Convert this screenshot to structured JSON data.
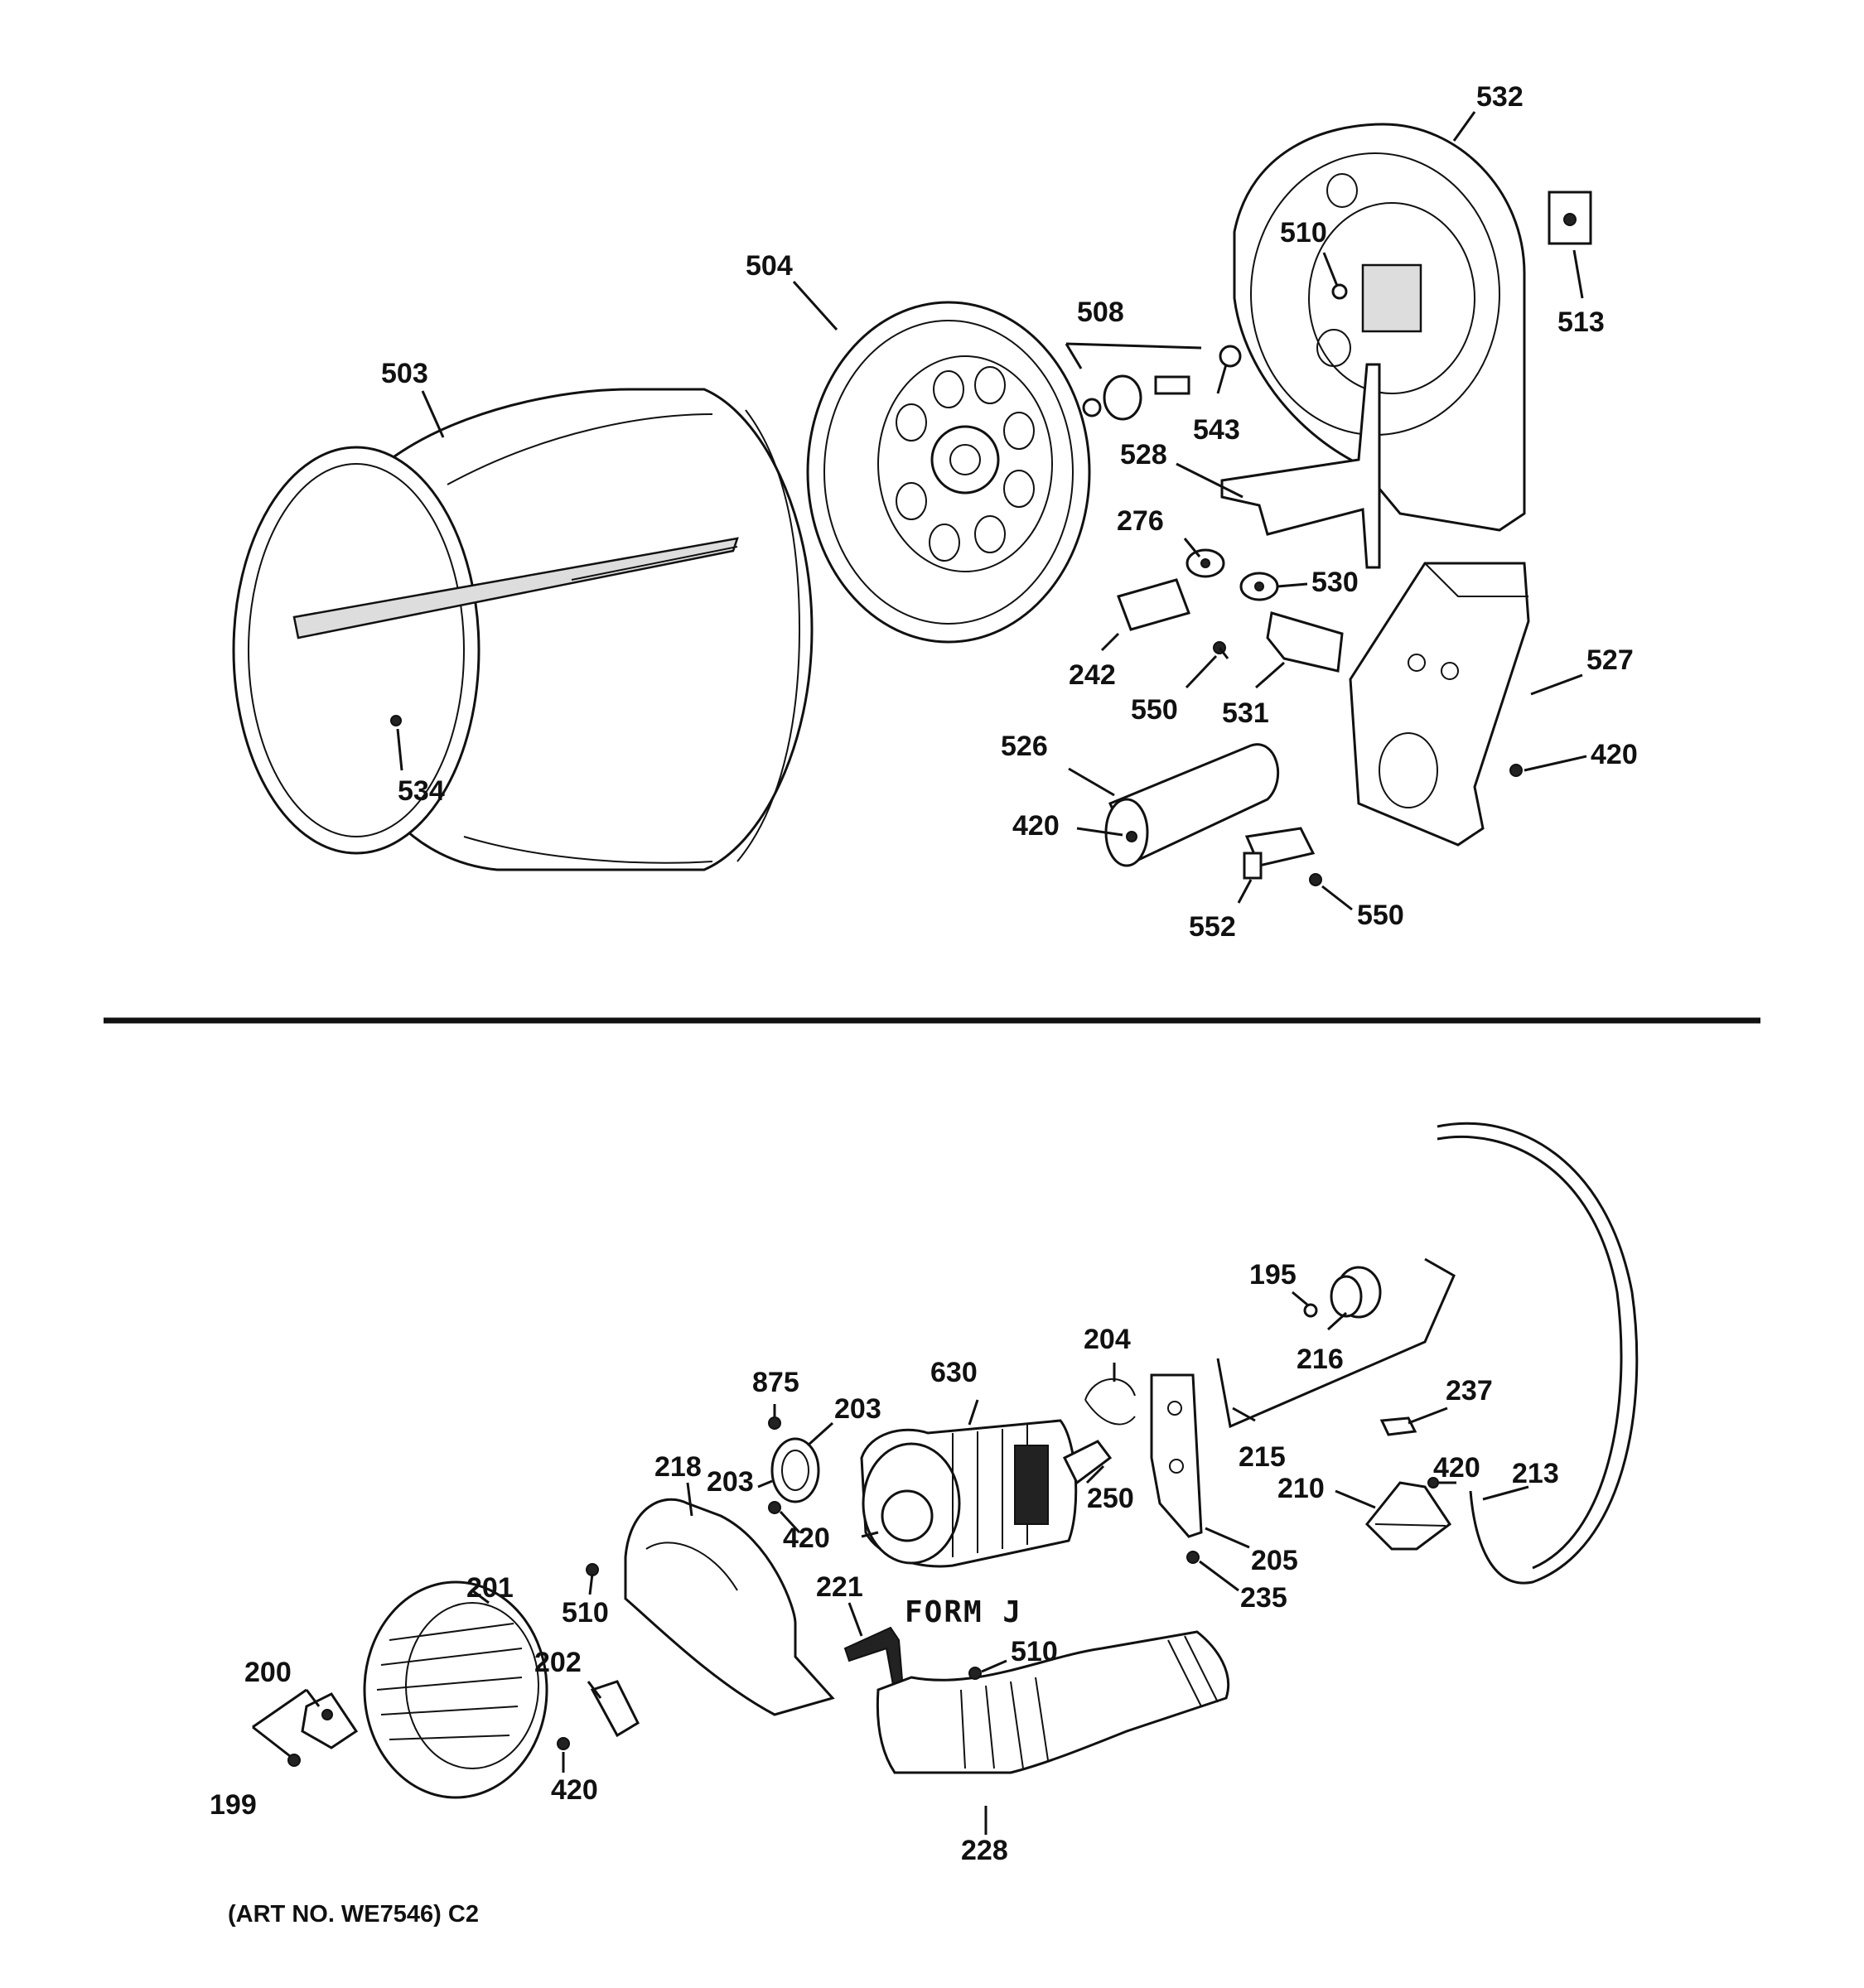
{
  "diagram": {
    "form_label": "FORM J",
    "art_number": "(ART NO. WE7546) C2",
    "upper_labels": [
      {
        "id": "l503",
        "text": "503"
      },
      {
        "id": "l504",
        "text": "504"
      },
      {
        "id": "l508",
        "text": "508"
      },
      {
        "id": "l532",
        "text": "532"
      },
      {
        "id": "l510a",
        "text": "510"
      },
      {
        "id": "l513",
        "text": "513"
      },
      {
        "id": "l543",
        "text": "543"
      },
      {
        "id": "l528",
        "text": "528"
      },
      {
        "id": "l276",
        "text": "276"
      },
      {
        "id": "l530",
        "text": "530"
      },
      {
        "id": "l242",
        "text": "242"
      },
      {
        "id": "l550a",
        "text": "550"
      },
      {
        "id": "l531",
        "text": "531"
      },
      {
        "id": "l527",
        "text": "527"
      },
      {
        "id": "l420a",
        "text": "420"
      },
      {
        "id": "l526",
        "text": "526"
      },
      {
        "id": "l420b",
        "text": "420"
      },
      {
        "id": "l552",
        "text": "552"
      },
      {
        "id": "l550b",
        "text": "550"
      },
      {
        "id": "l534",
        "text": "534"
      }
    ],
    "lower_labels": [
      {
        "id": "l195",
        "text": "195"
      },
      {
        "id": "l216",
        "text": "216"
      },
      {
        "id": "l204",
        "text": "204"
      },
      {
        "id": "l630",
        "text": "630"
      },
      {
        "id": "l875",
        "text": "875"
      },
      {
        "id": "l203a",
        "text": "203"
      },
      {
        "id": "l203b",
        "text": "203"
      },
      {
        "id": "l218",
        "text": "218"
      },
      {
        "id": "l420c",
        "text": "420"
      },
      {
        "id": "l250",
        "text": "250"
      },
      {
        "id": "l237",
        "text": "237"
      },
      {
        "id": "l215",
        "text": "215"
      },
      {
        "id": "l420d",
        "text": "420"
      },
      {
        "id": "l213",
        "text": "213"
      },
      {
        "id": "l210",
        "text": "210"
      },
      {
        "id": "l205",
        "text": "205"
      },
      {
        "id": "l235",
        "text": "235"
      },
      {
        "id": "l201",
        "text": "201"
      },
      {
        "id": "l510b",
        "text": "510"
      },
      {
        "id": "l221",
        "text": "221"
      },
      {
        "id": "l510c",
        "text": "510"
      },
      {
        "id": "l200",
        "text": "200"
      },
      {
        "id": "l202",
        "text": "202"
      },
      {
        "id": "l199",
        "text": "199"
      },
      {
        "id": "l420e",
        "text": "420"
      },
      {
        "id": "l228",
        "text": "228"
      }
    ]
  }
}
